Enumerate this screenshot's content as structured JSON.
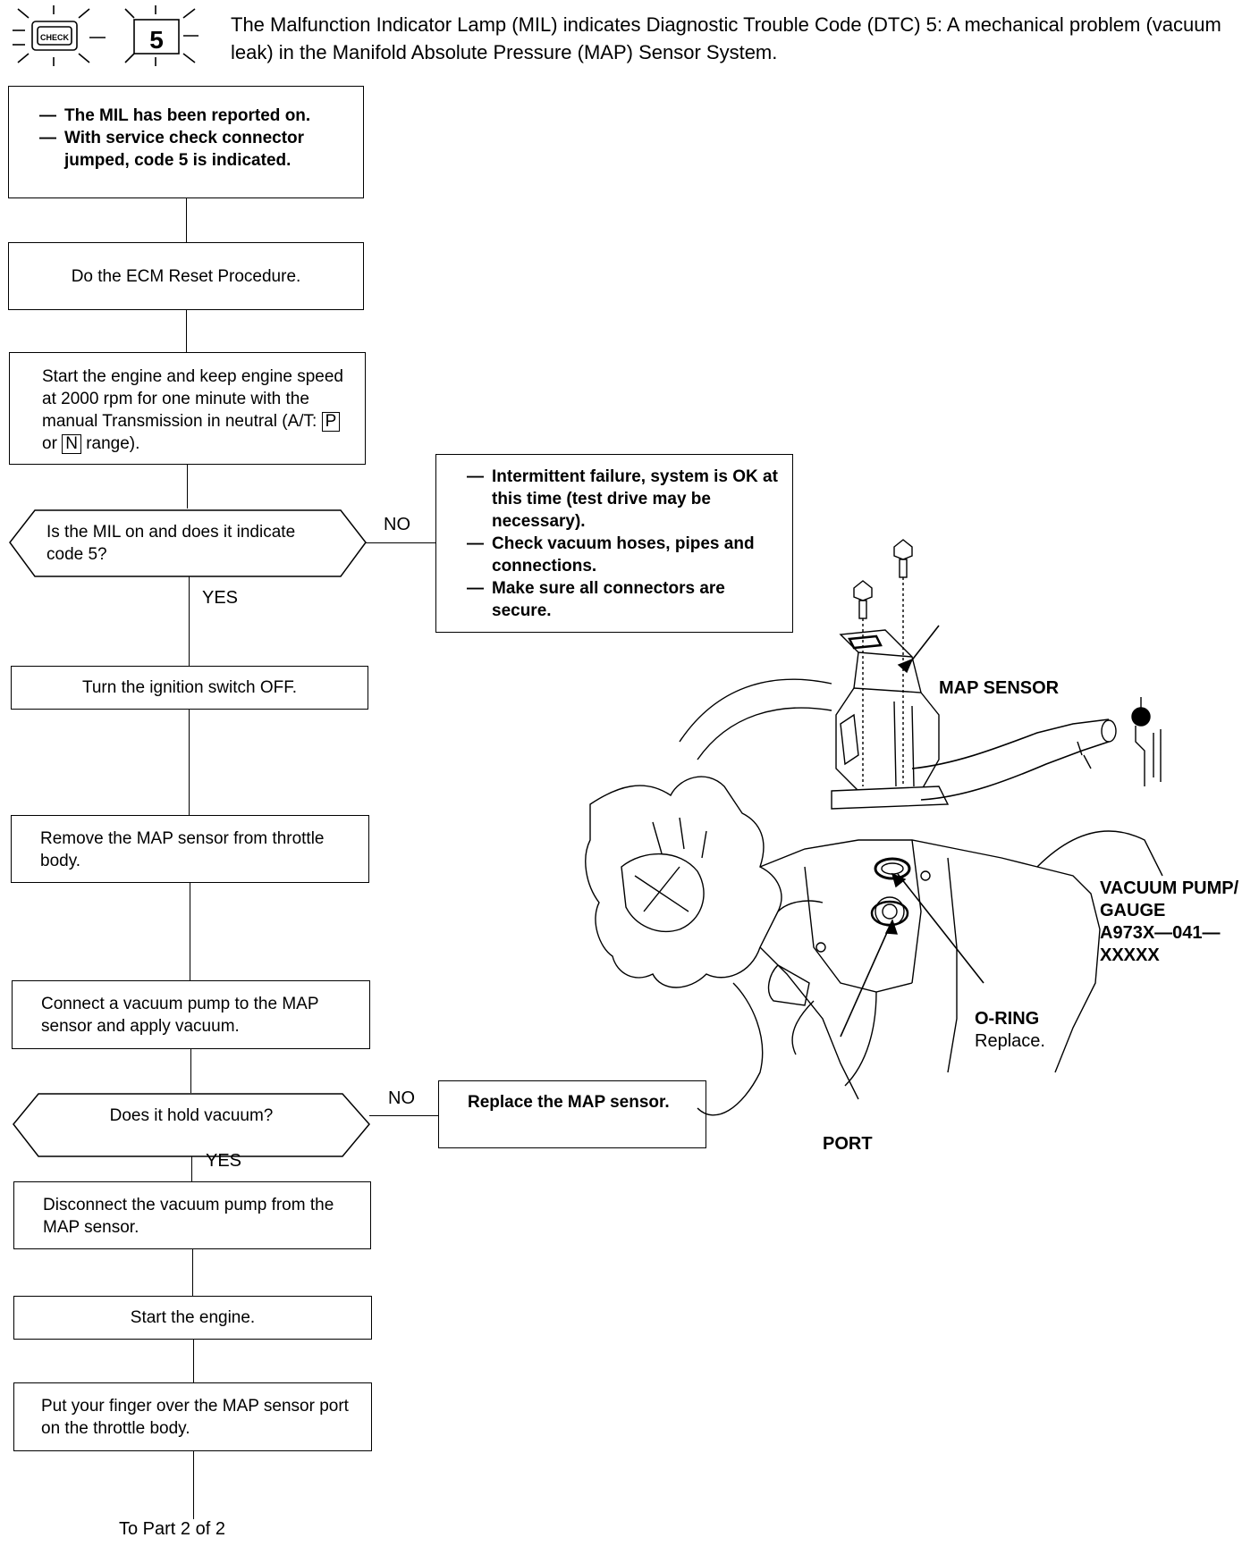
{
  "header": {
    "code_number": "5",
    "text": "The Malfunction Indicator Lamp (MIL) indicates Diagnostic Trouble Code (DTC) 5: A mechanical problem (vacuum leak) in the Manifold Absolute Pressure (MAP) Sensor System.",
    "icon_label": "CHECK"
  },
  "flow": {
    "start_items": [
      "The MIL has been reported on.",
      "With service check connector jumped, code 5 is indicated."
    ],
    "step_reset": "Do the ECM Reset Procedure.",
    "step_start_pre": "Start the engine and keep engine speed at 2000 rpm for one minute with the manual Transmission in neutral (A/T: ",
    "step_start_p": "P",
    "step_start_or": " or ",
    "step_start_n": "N",
    "step_start_post": " range).",
    "decision1": "Is the MIL on and does it indicate code 5?",
    "decision1_no": "NO",
    "decision1_yes": "YES",
    "intermittent_items": [
      "Intermittent failure, system is OK at this time (test drive may be necessary).",
      "Check vacuum hoses, pipes and connections.",
      "Make sure all connectors are secure."
    ],
    "step_ignition": "Turn the ignition switch OFF.",
    "step_remove": "Remove the MAP sensor from throttle body.",
    "step_connect": "Connect a vacuum pump to the MAP sensor and apply vacuum.",
    "decision2": "Does it hold vacuum?",
    "decision2_no": "NO",
    "decision2_yes": "YES",
    "replace": "Replace the MAP sensor.",
    "step_disconnect": "Disconnect the vacuum pump from the MAP sensor.",
    "step_engine": "Start the engine.",
    "step_finger": "Put your finger over the MAP sensor port on the throttle body.",
    "to_part": "To Part 2 of 2"
  },
  "illustration": {
    "map_sensor": "MAP SENSOR",
    "vacuum_pump_1": "VACUUM PUMP/",
    "vacuum_pump_2": "GAUGE",
    "vacuum_pump_3": "A973X—041—",
    "vacuum_pump_4": "XXXXX",
    "oring": "O-RING",
    "oring_note": "Replace.",
    "port": "PORT"
  }
}
